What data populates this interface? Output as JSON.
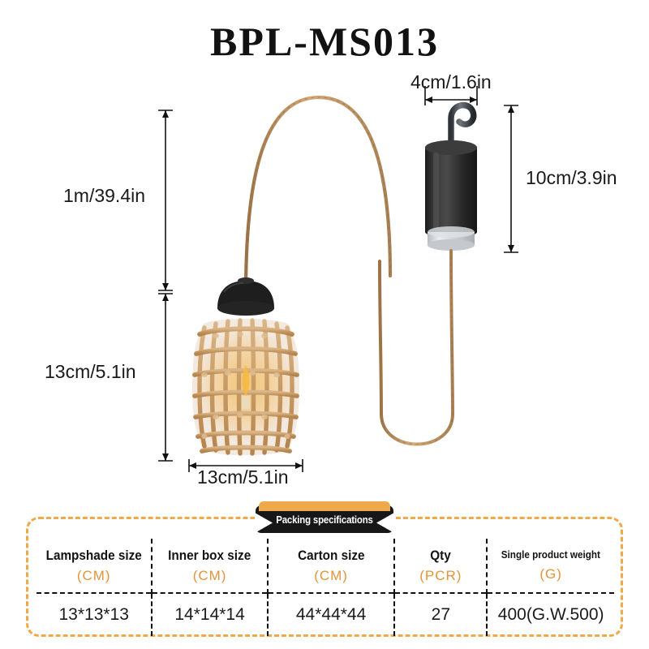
{
  "title": "BPL-MS013",
  "dimensions": {
    "cord_length": "1m/39.4in",
    "shade_height": "13cm/5.1in",
    "shade_width": "13cm/5.1in",
    "module_width": "4cm/1.6in",
    "module_height": "10cm/3.9in"
  },
  "packing": {
    "banner_label": "Packing specifications",
    "columns": [
      {
        "name": "Lampshade size",
        "unit": "(CM)",
        "value": "13*13*13"
      },
      {
        "name": "Inner box size",
        "unit": "(CM)",
        "value": "14*14*14"
      },
      {
        "name": "Carton size",
        "unit": "(CM)",
        "value": "44*44*44"
      },
      {
        "name": "Qty",
        "unit": "(PCR)",
        "value": "27"
      },
      {
        "name": "Single product weight",
        "unit": "(G)",
        "value": "400(G.W.500)"
      }
    ]
  },
  "colors": {
    "accent_orange": "#efa94a",
    "unit_orange": "#e3943a",
    "rope": "#c89b6a",
    "module_black": "#2b2b2b",
    "text": "#131313"
  },
  "product": {
    "shade_type": "woven-rattan-lantern",
    "module_type": "solar-battery-cylinder-with-hook",
    "cord_type": "braided-rope-cord"
  }
}
